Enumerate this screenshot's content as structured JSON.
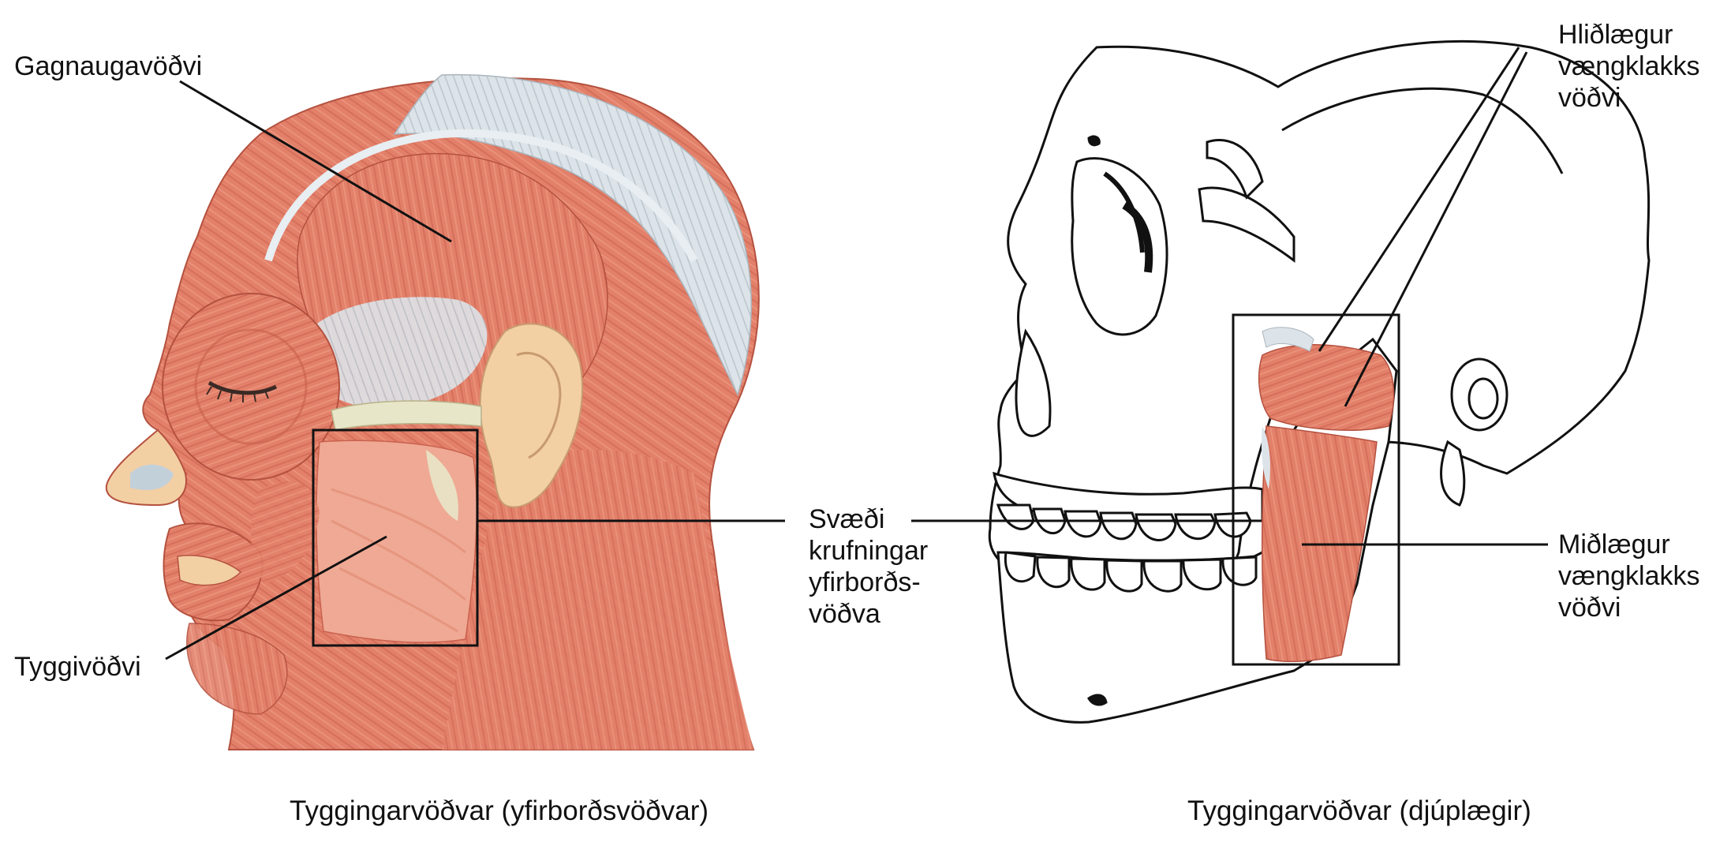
{
  "labels": {
    "temporalis": "Gagnaugavöðvi",
    "masseter": "Tyggivöðvi",
    "dissection_region": [
      "Svæði",
      "krufningar",
      "yfirborðs-",
      "vöðva"
    ],
    "lateral_pterygoid": [
      "Hliðlægur",
      "vængklakks",
      "vöðvi"
    ],
    "medial_pterygoid": [
      "Miðlægur",
      "vængklakks",
      "vöðvi"
    ]
  },
  "captions": {
    "superficial": "Tyggingarvöðvar (yfirborðsvöðvar)",
    "deep": "Tyggingarvöðvar (djúplægir)"
  },
  "colors": {
    "muscle": "#e3806a",
    "muscle_dark": "#c8604d",
    "muscle_light": "#f0a58f",
    "tendon": "#d5dde3",
    "skin": "#f3cfa4",
    "line": "#111111",
    "bone": "#ffffff"
  }
}
